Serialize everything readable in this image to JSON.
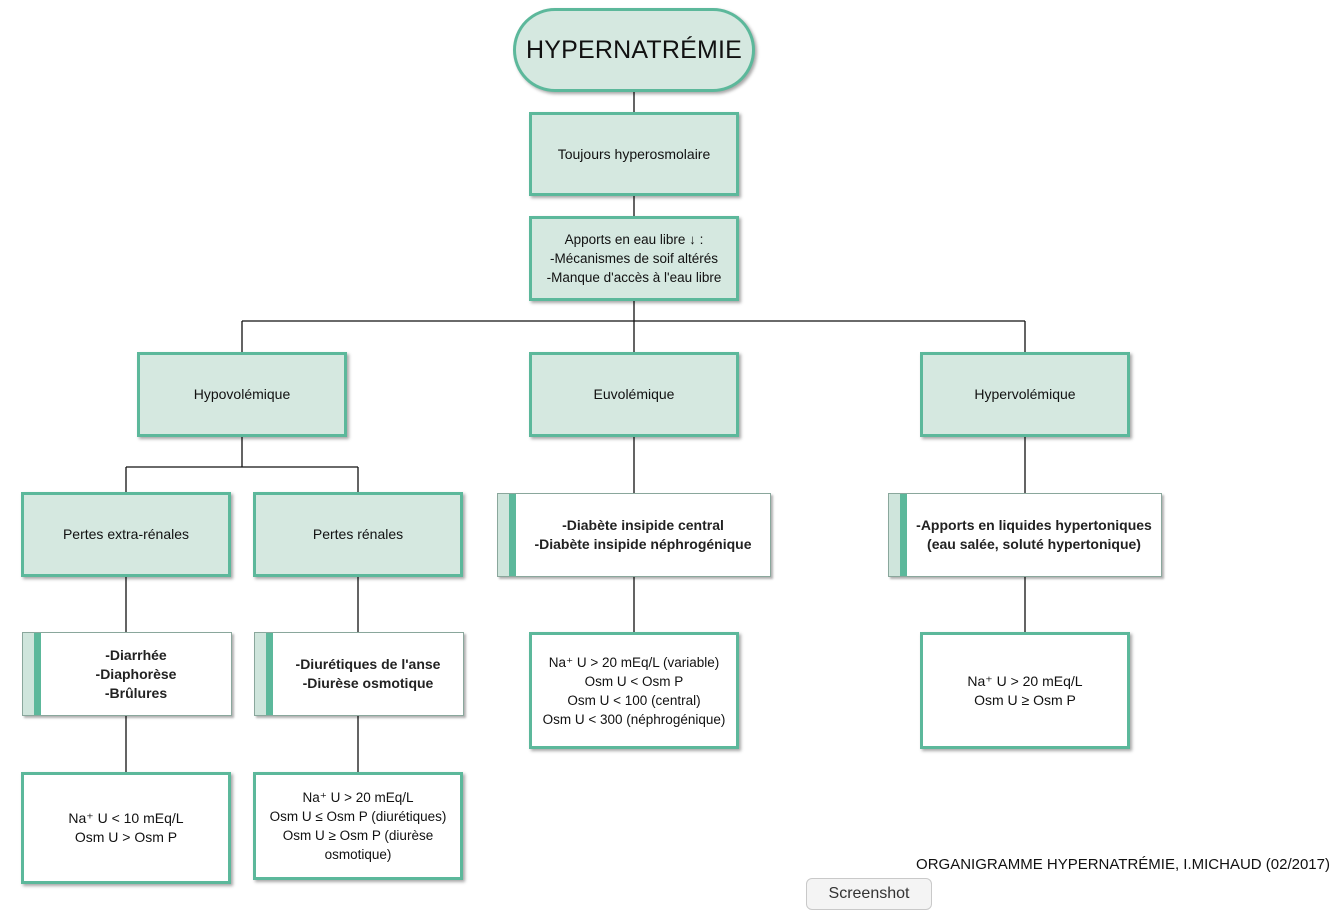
{
  "diagram": {
    "title": "HYPERNATRÉMIE",
    "always": "Toujours hyperosmolaire",
    "intake": [
      "Apports en eau libre ↓ :",
      "-Mécanismes de soif altérés",
      "-Manque d'accès à l'eau libre"
    ],
    "volume": {
      "hypo": "Hypovolémique",
      "euvo": "Euvolémique",
      "hyper": "Hypervolémique"
    },
    "hypo_branches": {
      "extra_renal": "Pertes extra-rénales",
      "renal": "Pertes rénales"
    },
    "causes": {
      "extra_renal": [
        "-Diarrhée",
        "-Diaphorèse",
        "-Brûlures"
      ],
      "renal": [
        "-Diurétiques de l'anse",
        "-Diurèse osmotique"
      ],
      "euvo": [
        "-Diabète insipide central",
        "-Diabète insipide néphrogénique"
      ],
      "hyper": [
        "-Apports en liquides hypertoniques",
        "(eau salée, soluté hypertonique)"
      ]
    },
    "labs": {
      "extra_renal": [
        "Na⁺ U < 10 mEq/L",
        "Osm U > Osm P"
      ],
      "renal": [
        "Na⁺ U > 20 mEq/L",
        "Osm U ≤ Osm P (diurétiques)",
        "Osm U ≥ Osm P (diurèse",
        "osmotique)"
      ],
      "euvo": [
        "Na⁺ U > 20 mEq/L (variable)",
        "Osm U < Osm P",
        "Osm U < 100 (central)",
        "Osm U < 300 (néphrogénique)"
      ],
      "hyper": [
        "Na⁺ U > 20 mEq/L",
        "Osm U ≥ Osm P"
      ]
    },
    "caption": "ORGANIGRAMME HYPERNATRÉMIE, I.MICHAUD (02/2017)"
  },
  "toolbar": {
    "screenshot_label": "Screenshot"
  },
  "colors": {
    "accent": "#5cb89b",
    "fill": "#d5e8e0",
    "line": "#111111"
  }
}
